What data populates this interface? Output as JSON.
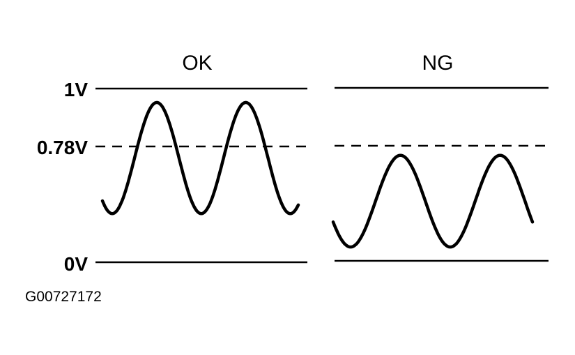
{
  "panels": [
    {
      "label": "OK",
      "wave": {
        "max": 0.92,
        "min": 0.28,
        "cycles": 2.2
      }
    },
    {
      "label": "NG",
      "wave": {
        "max": 0.61,
        "min": 0.08,
        "cycles": 2.0
      }
    }
  ],
  "levels": {
    "top": "1V",
    "threshold": "0.78V",
    "bottom": "0V",
    "top_value": 1.0,
    "threshold_value": 0.78,
    "bottom_value": 0.0
  },
  "figure_id": "G00727172"
}
